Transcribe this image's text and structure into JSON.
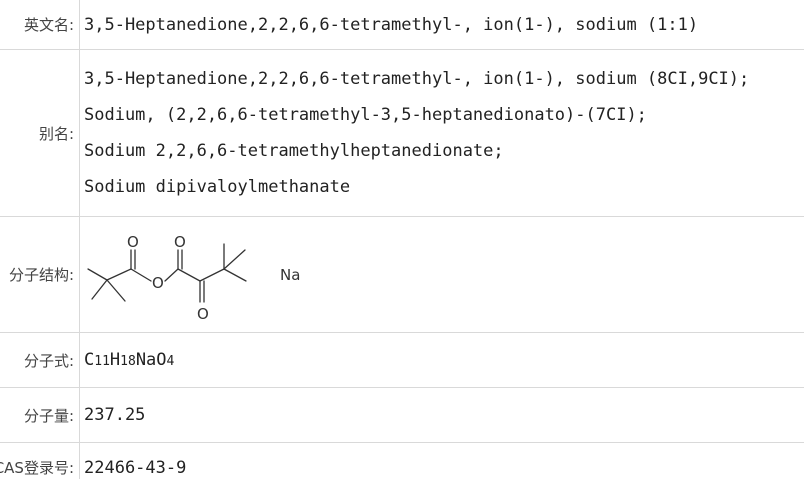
{
  "rows": {
    "english_name": {
      "label": "英文名:",
      "value": "3,5-Heptanedione,2,2,6,6-tetramethyl-, ion(1-), sodium (1:1)"
    },
    "alias": {
      "label": "别名:",
      "lines": [
        "3,5-Heptanedione,2,2,6,6-tetramethyl-, ion(1-), sodium (8CI,9CI);",
        "Sodium, (2,2,6,6-tetramethyl-3,5-heptanedionato)-(7CI);",
        "Sodium 2,2,6,6-tetramethylheptanedionate;",
        "Sodium dipivaloylmethanate"
      ]
    },
    "structure": {
      "label": "分子结构:",
      "atoms": {
        "o_top_left": "O",
        "o_top_right": "O",
        "o_ring": "O",
        "o_bottom": "O",
        "na": "Na"
      }
    },
    "formula": {
      "label": "分子式:",
      "parts": [
        "C",
        "11",
        "H",
        "18",
        "NaO",
        "4"
      ]
    },
    "weight": {
      "label": "分子量:",
      "value": "237.25"
    },
    "cas": {
      "label": "CAS登录号:",
      "value": "22466-43-9"
    }
  },
  "colors": {
    "border": "#d9d9d9",
    "label_text": "#444444",
    "value_text": "#222222"
  }
}
